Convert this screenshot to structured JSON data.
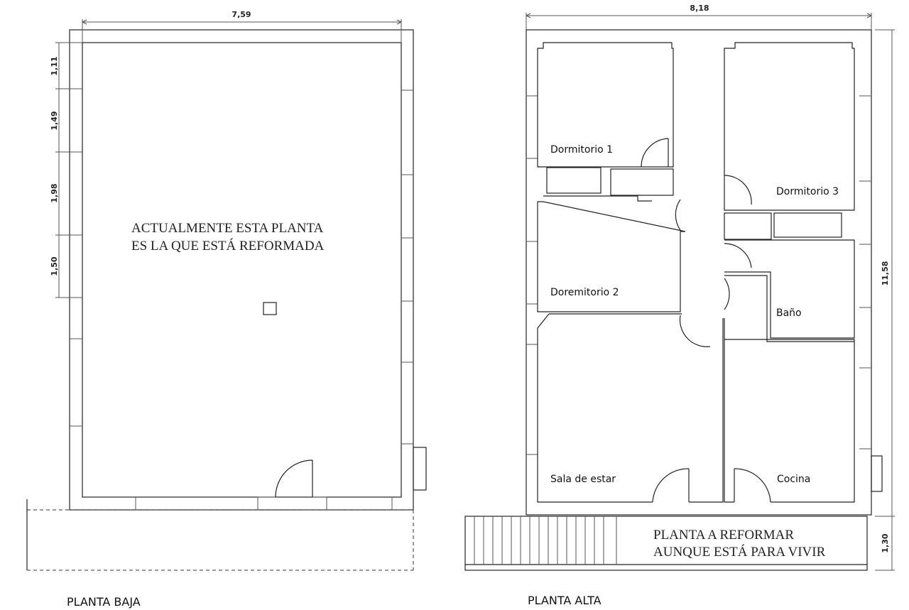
{
  "planta_baja": {
    "title": "PLANTA BAJA",
    "width_dim": "7,59",
    "side_dims": [
      "1,11",
      "1,49",
      "1,98",
      "1,50"
    ],
    "note_line1": "ACTUALMENTE ESTA PLANTA",
    "note_line2": "ES LA QUE ESTÁ REFORMADA"
  },
  "planta_alta": {
    "title": "PLANTA ALTA",
    "width_dim": "8,18",
    "height_dim": "11,58",
    "terrace_dim": "1,30",
    "rooms": [
      "Dormitorio 1",
      "Dormitorio 3",
      "Doremitorio 2",
      "Baño",
      "Sala de estar",
      "Cocina"
    ],
    "note_line1": "PLANTA A REFORMAR",
    "note_line2": "AUNQUE ESTÁ PARA VIVIR"
  }
}
